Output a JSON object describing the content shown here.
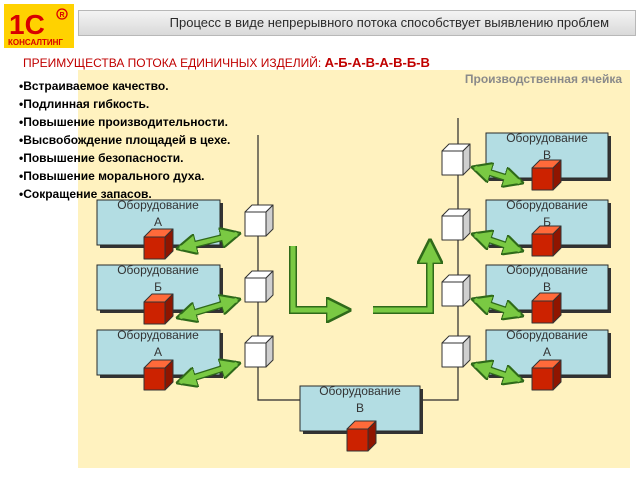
{
  "logo": {
    "main": "1С",
    "sub": "КОНСАЛТИНГ"
  },
  "header": {
    "title": "Процесс в виде непрерывного потока способствует выявлению проблем"
  },
  "benefits": {
    "title_prefix": "ПРЕИМУЩЕСТВА ПОТОКА ЕДИНИЧНЫХ ИЗДЕЛИЙ: ",
    "title_sequence": "А-Б-А-В-А-В-Б-В",
    "items": [
      "•Встраиваемое качество.",
      "•Подлинная гибкость.",
      "•Повышение производительности.",
      "•Высвобождение площадей в цехе.",
      "•Повышение безопасности.",
      "•Повышение морального духа.",
      "•Сокращение запасов."
    ]
  },
  "cell_label": "Производственная ячейка",
  "equipment": {
    "left_top": {
      "line1": "Оборудование",
      "line2": "А"
    },
    "left_mid": {
      "line1": "Оборудование",
      "line2": "Б"
    },
    "left_bot": {
      "line1": "Оборудование",
      "line2": "А"
    },
    "bottom": {
      "line1": "Оборудование",
      "line2": "В"
    },
    "right_1": {
      "line1": "Оборудование",
      "line2": "В"
    },
    "right_2": {
      "line1": "Оборудование",
      "line2": "Б"
    },
    "right_3": {
      "line1": "Оборудование",
      "line2": "В"
    },
    "right_4": {
      "line1": "Оборудование",
      "line2": "А"
    }
  },
  "colors": {
    "equipment_fill": "#b3dde3",
    "cell_bg": "#fff2bf",
    "arrow_green": "#7ac943",
    "operator_red": "#cc2200",
    "title_red": "#c00000"
  }
}
